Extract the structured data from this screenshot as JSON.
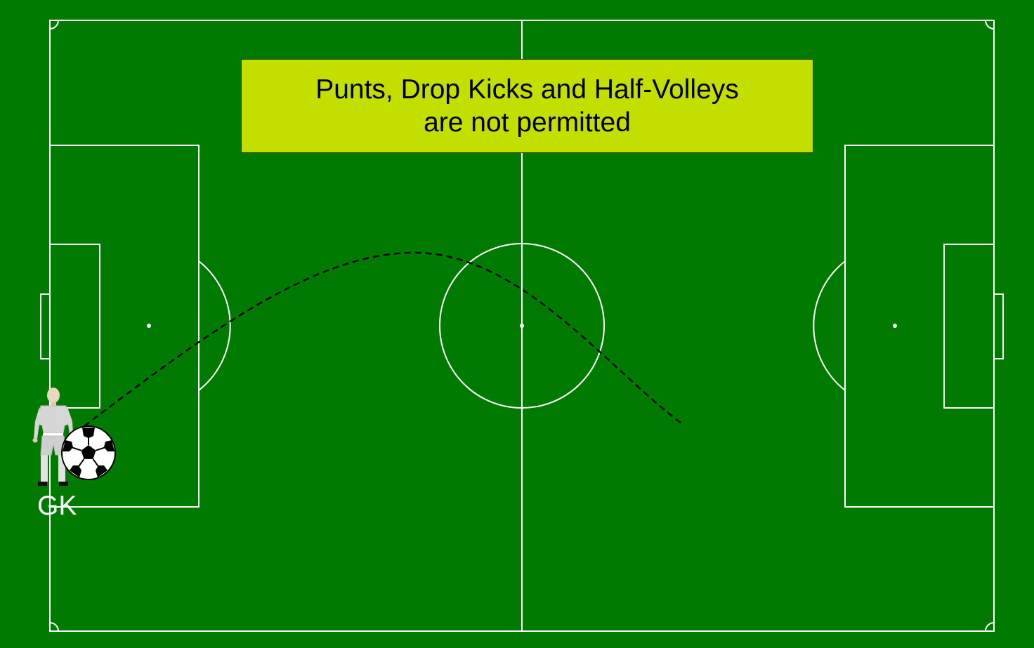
{
  "rule_box": {
    "line1": "Punts, Drop Kicks and Half-Volleys",
    "line2": "are not permitted"
  },
  "goalkeeper": {
    "label": "GK"
  },
  "colors": {
    "pitch": "#007a00",
    "lines": "#ffffff",
    "rule_box_fill": "#c2df00",
    "kit": "#d6d6d6",
    "ball_trajectory": "#000000"
  },
  "icons": {
    "player": "goalkeeper-figure-icon",
    "ball": "soccer-ball-icon"
  }
}
